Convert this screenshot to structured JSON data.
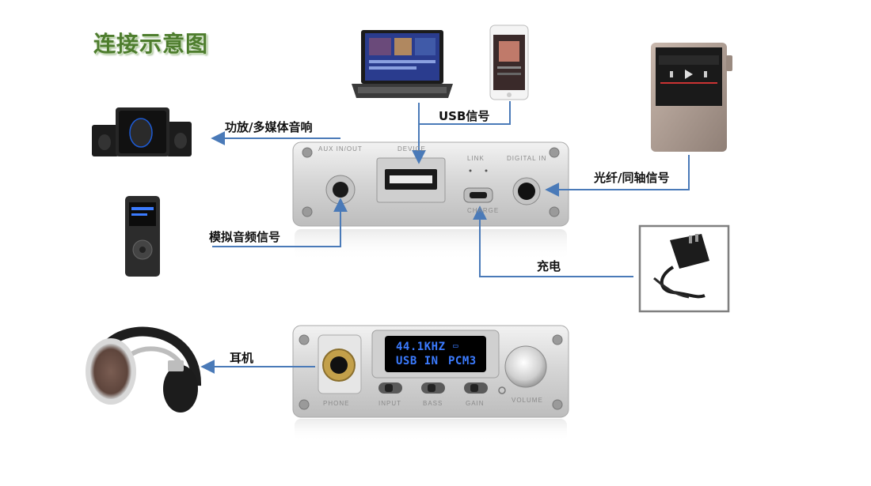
{
  "title": "连接示意图",
  "labels": {
    "amp": "功放/多媒体音响",
    "usb": "USB信号",
    "optical": "光纤/同轴信号",
    "analog": "模拟音频信号",
    "charge": "充电",
    "headphone": "耳机"
  },
  "rear_panel": {
    "aux_label": "AUX IN/OUT",
    "device_label": "DEVICE",
    "link_label": "LINK",
    "digital_label": "DIGITAL IN",
    "charge_label": "CHARGE"
  },
  "front_panel": {
    "phone_label": "PHONE",
    "input_label": "INPUT",
    "bass_label": "BASS",
    "gain_label": "GAIN",
    "volume_label": "VOLUME",
    "oled_line1": "44.1KHZ",
    "oled_line2_left": "USB IN",
    "oled_line2_right": "PCM3"
  },
  "colors": {
    "title": "#4e7d2e",
    "connector_line": "#4a7ab8",
    "oled_text": "#3b7bff",
    "panel": "#d8d8d8"
  }
}
